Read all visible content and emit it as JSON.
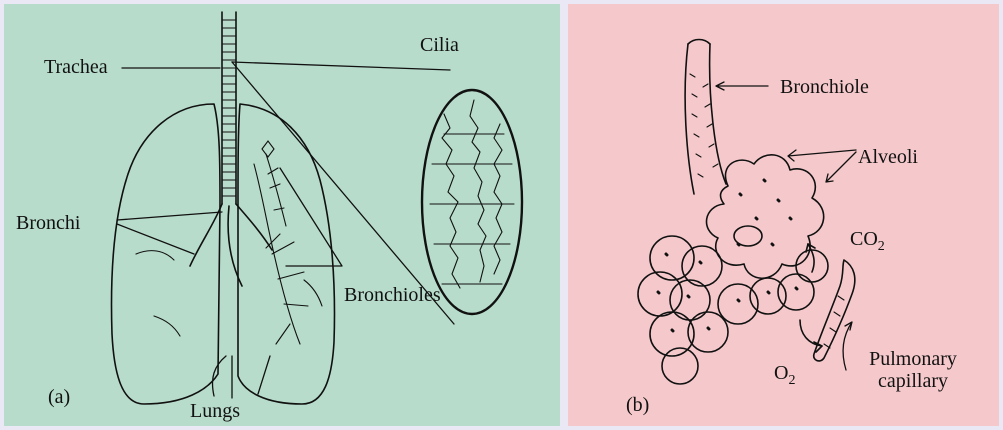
{
  "panel_a": {
    "labels": {
      "cilia": "Cilia",
      "trachea": "Trachea",
      "bronchi": "Bronchi",
      "bronchioles": "Bronchioles",
      "lungs": "Lungs",
      "panel_tag": "(a)"
    }
  },
  "panel_b": {
    "labels": {
      "bronchiole": "Bronchiole",
      "alveoli": "Alveoli",
      "co2_base": "CO",
      "co2_sub": "2",
      "o2_base": "O",
      "o2_sub": "2",
      "pulmonary_line1": "Pulmonary",
      "pulmonary_line2": "capillary",
      "panel_tag": "(b)"
    }
  },
  "colors": {
    "panel_a_bg": "#b7dccb",
    "panel_b_bg": "#f5c9cb",
    "page_bg": "#e9e8f4",
    "ink": "#111111"
  }
}
